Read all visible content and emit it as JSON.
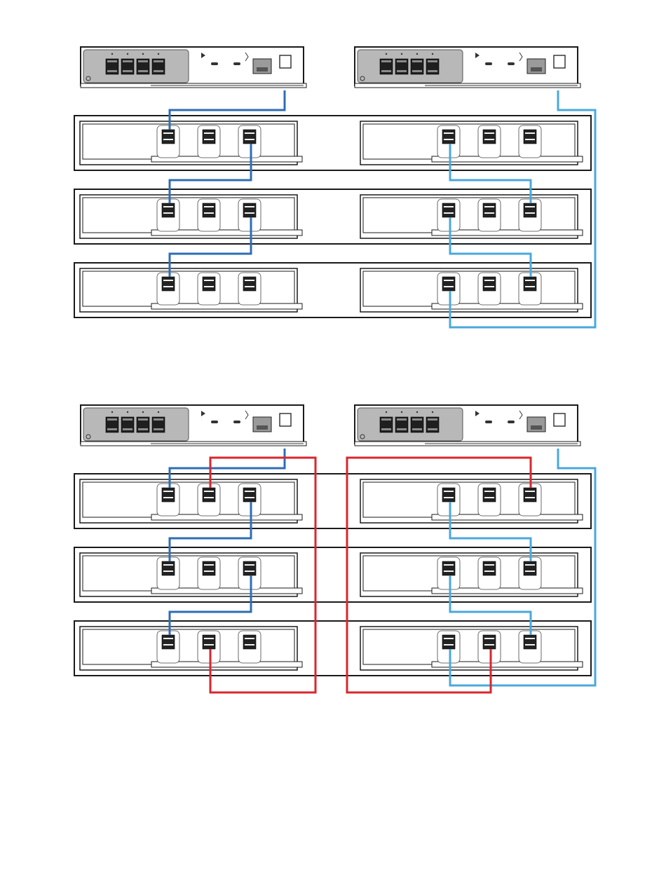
{
  "colors": {
    "path_a": "#2e6db5",
    "path_b": "#4aa8dc",
    "path_loop": "#d9262e",
    "outline": "#1a1a1a",
    "controller_card": "#b8b8b8"
  },
  "diagrams": [
    {
      "id": "top",
      "controllers": 2,
      "shelves": 3,
      "iom_ports_per_module": 3,
      "controller_sfp_ports": 4,
      "cables": [
        "path_a",
        "path_b"
      ]
    },
    {
      "id": "bottom",
      "controllers": 2,
      "shelves": 3,
      "iom_ports_per_module": 3,
      "controller_sfp_ports": 4,
      "cables": [
        "path_a",
        "path_b",
        "path_loop"
      ]
    }
  ]
}
